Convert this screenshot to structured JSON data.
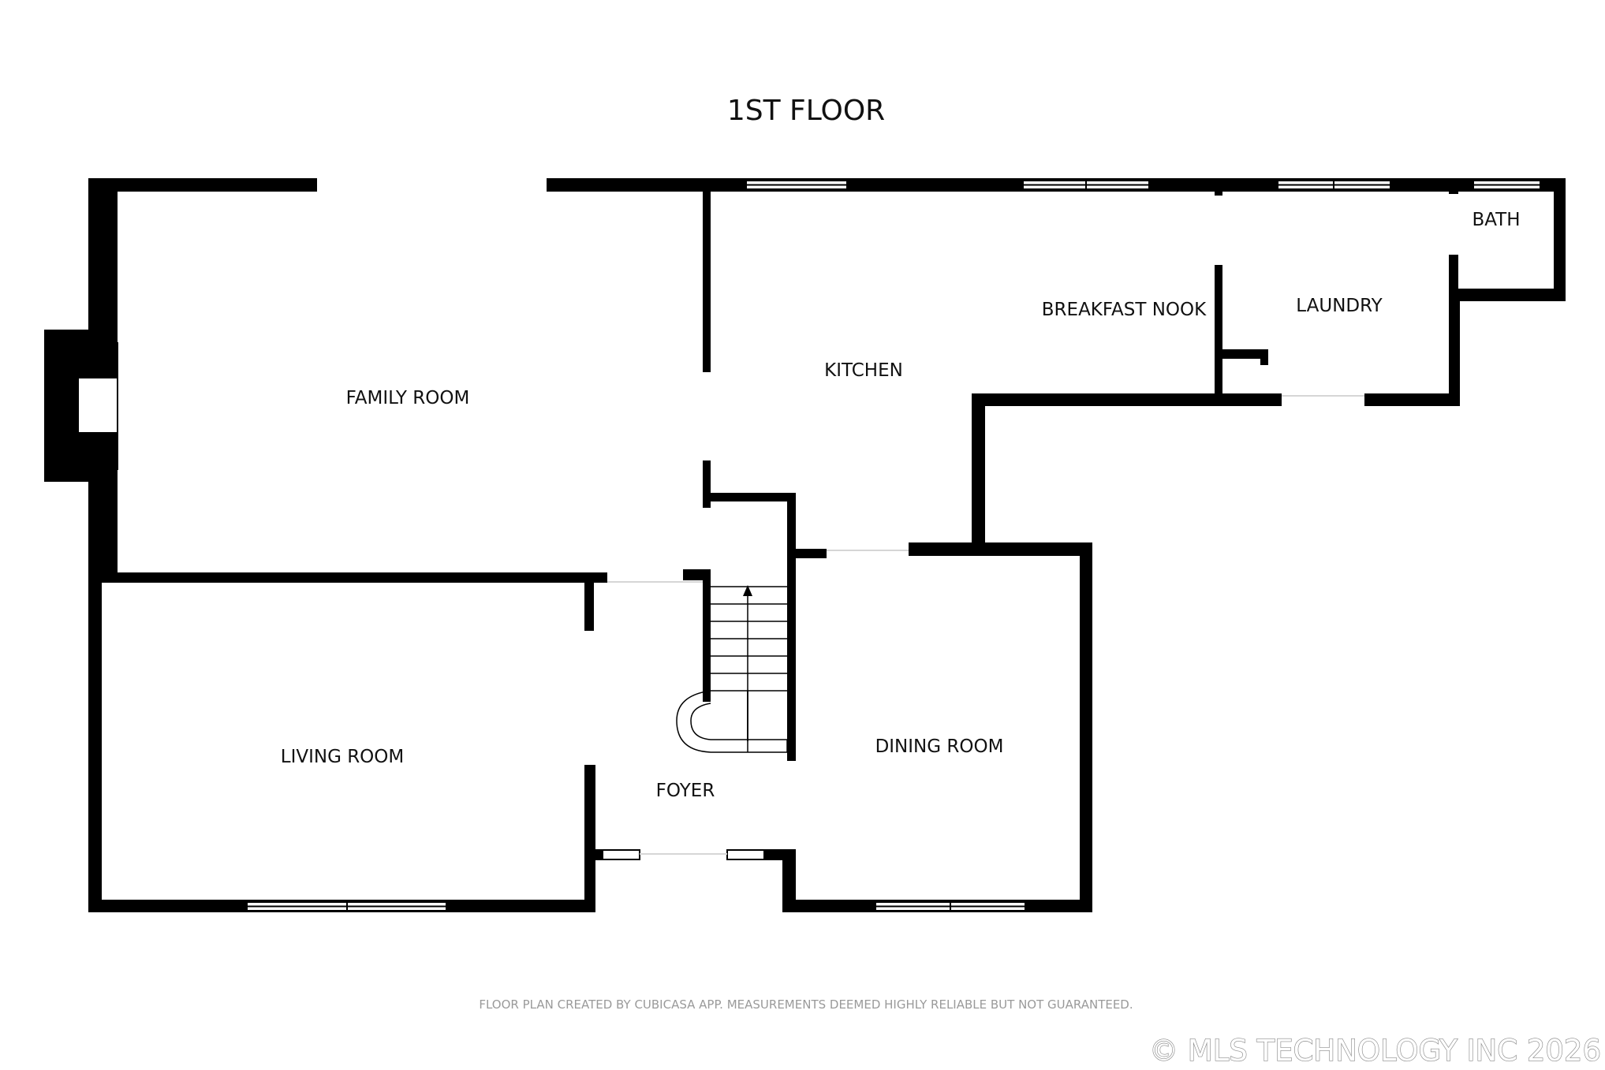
{
  "title": "1ST FLOOR",
  "rooms": {
    "family_room": "FAMILY ROOM",
    "kitchen": "KITCHEN",
    "breakfast_nook": "BREAKFAST NOOK",
    "laundry": "LAUNDRY",
    "bath": "BATH",
    "living_room": "LIVING ROOM",
    "foyer": "FOYER",
    "dining_room": "DINING ROOM"
  },
  "disclaimer": "FLOOR PLAN CREATED BY CUBICASA APP. MEASUREMENTS DEEMED HIGHLY RELIABLE BUT NOT GUARANTEED.",
  "watermark": "© MLS TECHNOLOGY INC 2026",
  "colors": {
    "wall": "#000000",
    "window": "#ffffff",
    "background": "#ffffff"
  }
}
